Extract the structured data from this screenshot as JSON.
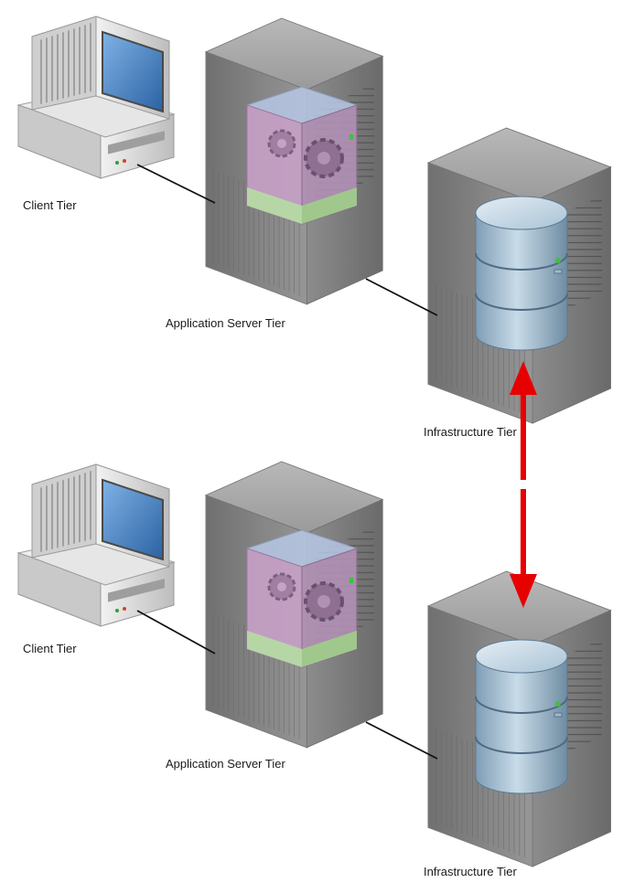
{
  "diagram": {
    "top_row": {
      "client_label": "Client Tier",
      "app_label": "Application Server Tier",
      "infra_label": "Infrastructure Tier"
    },
    "bottom_row": {
      "client_label": "Client Tier",
      "app_label": "Application Server Tier",
      "infra_label": "Infrastructure Tier"
    },
    "colors": {
      "server_dark": "#5a5a5a",
      "server_mid": "#8a8a8a",
      "server_light": "#bdbdbd",
      "monitor_screen": "#3f7fc0",
      "app_cube_pink": "#c9a3c8",
      "app_cube_green": "#b7d9a8",
      "database_blue": "#9fb8cc",
      "sync_arrow": "#e60000",
      "link_line": "#111111"
    },
    "icons": [
      "computer-icon",
      "server-icon",
      "application-cube-icon",
      "gear-icon",
      "database-icon",
      "bidirectional-arrow-icon"
    ]
  }
}
